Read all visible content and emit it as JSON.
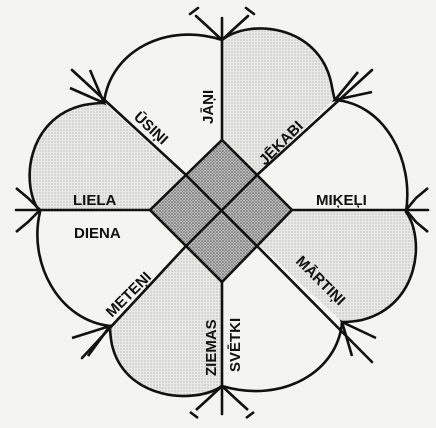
{
  "diagram": {
    "labels": {
      "jani": "JĀŅI",
      "usini": "ŪSIŅI",
      "jekabi": "JĒKABI",
      "mikeli": "MIĶEĻI",
      "liela": "LIELA",
      "diena": "DIENA",
      "meteni": "METEŅI",
      "martini": "MĀRTIŅI",
      "ziemas": "ZIEMAS",
      "svetki": "SVĒTKI"
    },
    "colors": {
      "ink": "#111111",
      "paper": "#f4f4f2",
      "petal_fill": "#e6e6e6",
      "center_fill": "#a9a9a9"
    }
  }
}
